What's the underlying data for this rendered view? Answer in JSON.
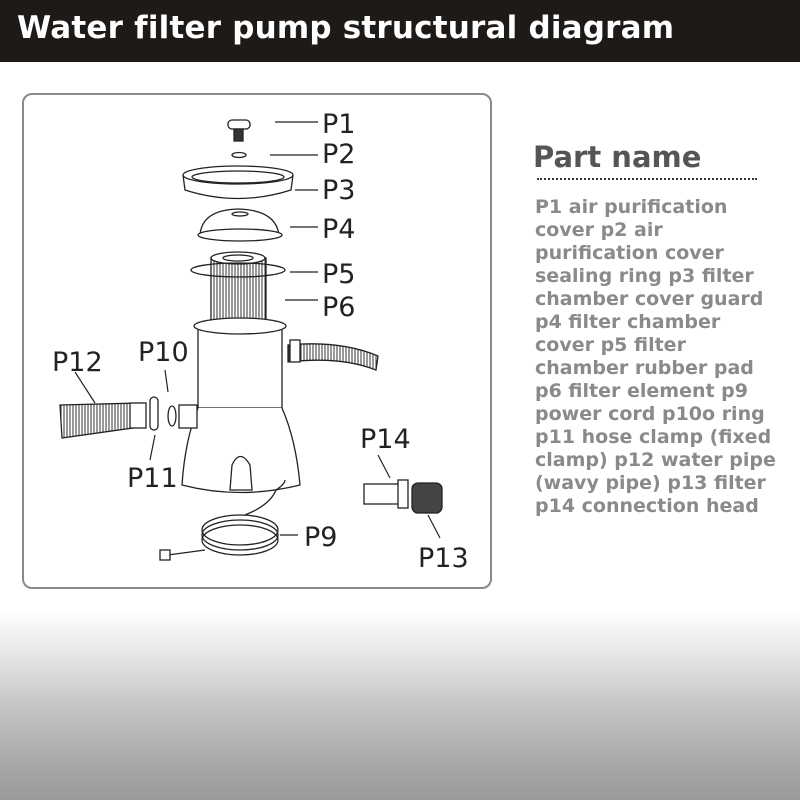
{
  "header": {
    "title": "Water filter pump structural diagram"
  },
  "diagram": {
    "labels": {
      "p1": "P1",
      "p2": "P2",
      "p3": "P3",
      "p4": "P4",
      "p5": "P5",
      "p6": "P6",
      "p9": "P9",
      "p10": "P10",
      "p11": "P11",
      "p12": "P12",
      "p13": "P13",
      "p14": "P14"
    }
  },
  "parts": {
    "title": "Part name",
    "description": "P1 air purification cover p2 air purification cover sealing ring p3 filter chamber cover guard p4 filter chamber cover p5 filter chamber rubber pad p6 filter element p9 power cord p10o ring p11 hose clamp (fixed clamp) p12 water pipe (wavy pipe) p13 filter p14 connection head"
  }
}
